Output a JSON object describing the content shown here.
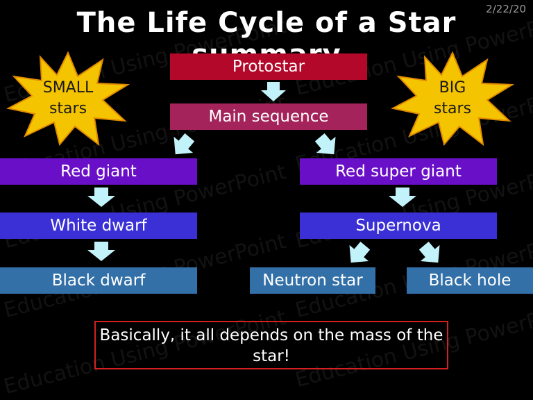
{
  "date": "2/22/20",
  "title": "The Life Cycle of a Star summary",
  "bursts": {
    "small_line1": "SMALL",
    "small_line2": "stars",
    "big_line1": "BIG",
    "big_line2": "stars"
  },
  "stages": {
    "protostar": "Protostar",
    "main_sequence": "Main sequence",
    "red_giant": "Red giant",
    "red_super_giant": "Red super giant",
    "white_dwarf": "White dwarf",
    "supernova": "Supernova",
    "black_dwarf": "Black dwarf",
    "neutron_star": "Neutron star",
    "black_hole": "Black hole"
  },
  "footer": "Basically, it all depends on the mass of the star!",
  "watermark": "Education Using PowerPoint",
  "colors": {
    "protostar": "#b4082a",
    "main_sequence": "#a3235a",
    "giant": "#6a0fc8",
    "dwarf": "#3a30d6",
    "final": "#3470a8",
    "arrow": "#c2f3fb",
    "burst": "#f5c400",
    "footer_border": "#d42020"
  }
}
